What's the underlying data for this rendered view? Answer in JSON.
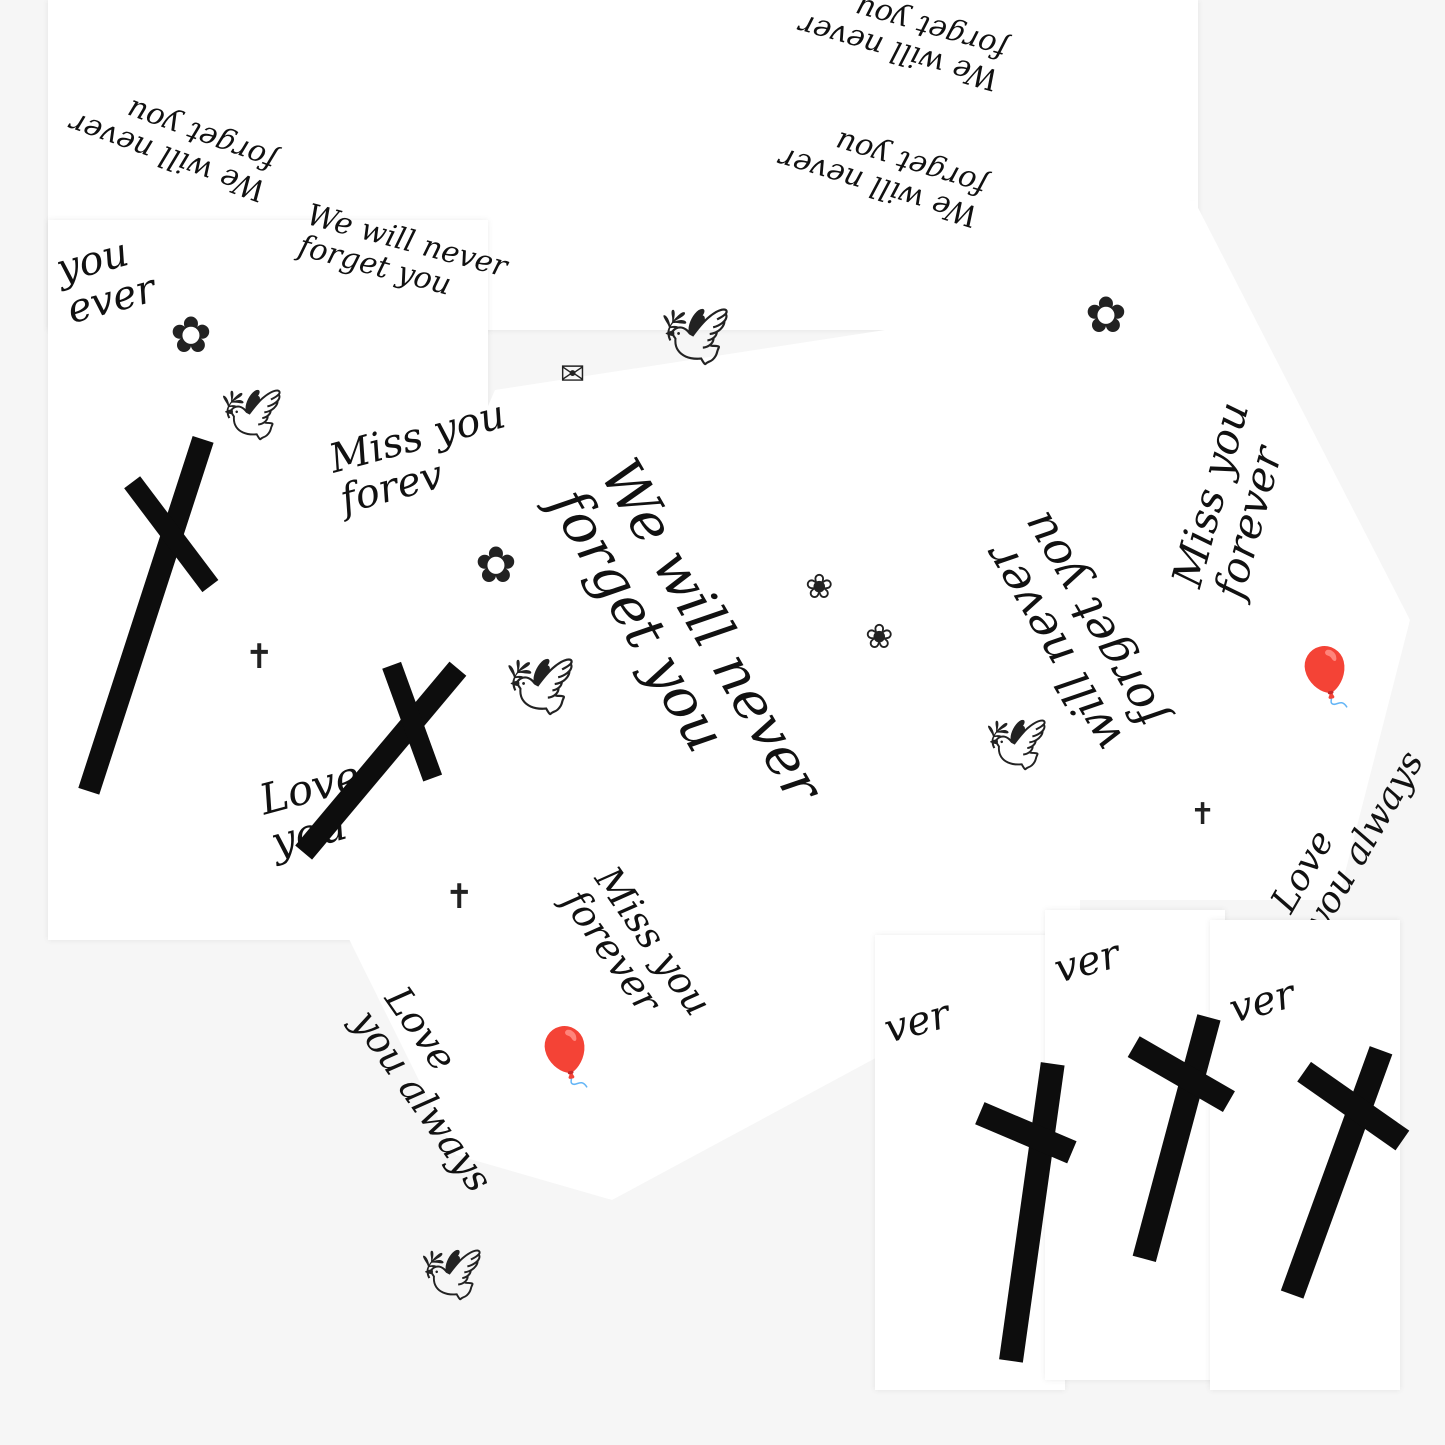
{
  "phrases": {
    "never_forget": "We will never\nforget you",
    "miss_you": "Miss you\nforever",
    "love_you": "Love\nyou always",
    "love_you_partial": "Love\nyou",
    "never_forget_partial": "will never\nforget you",
    "miss_partial": "you\never",
    "miss_partial2": "Miss you\nforev",
    "napkin_partial": "ver"
  },
  "colors": {
    "background": "#f6f6f6",
    "cloth": "#ffffff",
    "ink": "#0d0d0d"
  },
  "icons": [
    "cross-icon",
    "dove-icon",
    "flower-icon",
    "rose-icon",
    "hot-air-balloon-icon",
    "envelope-icon",
    "leaf-icon"
  ]
}
